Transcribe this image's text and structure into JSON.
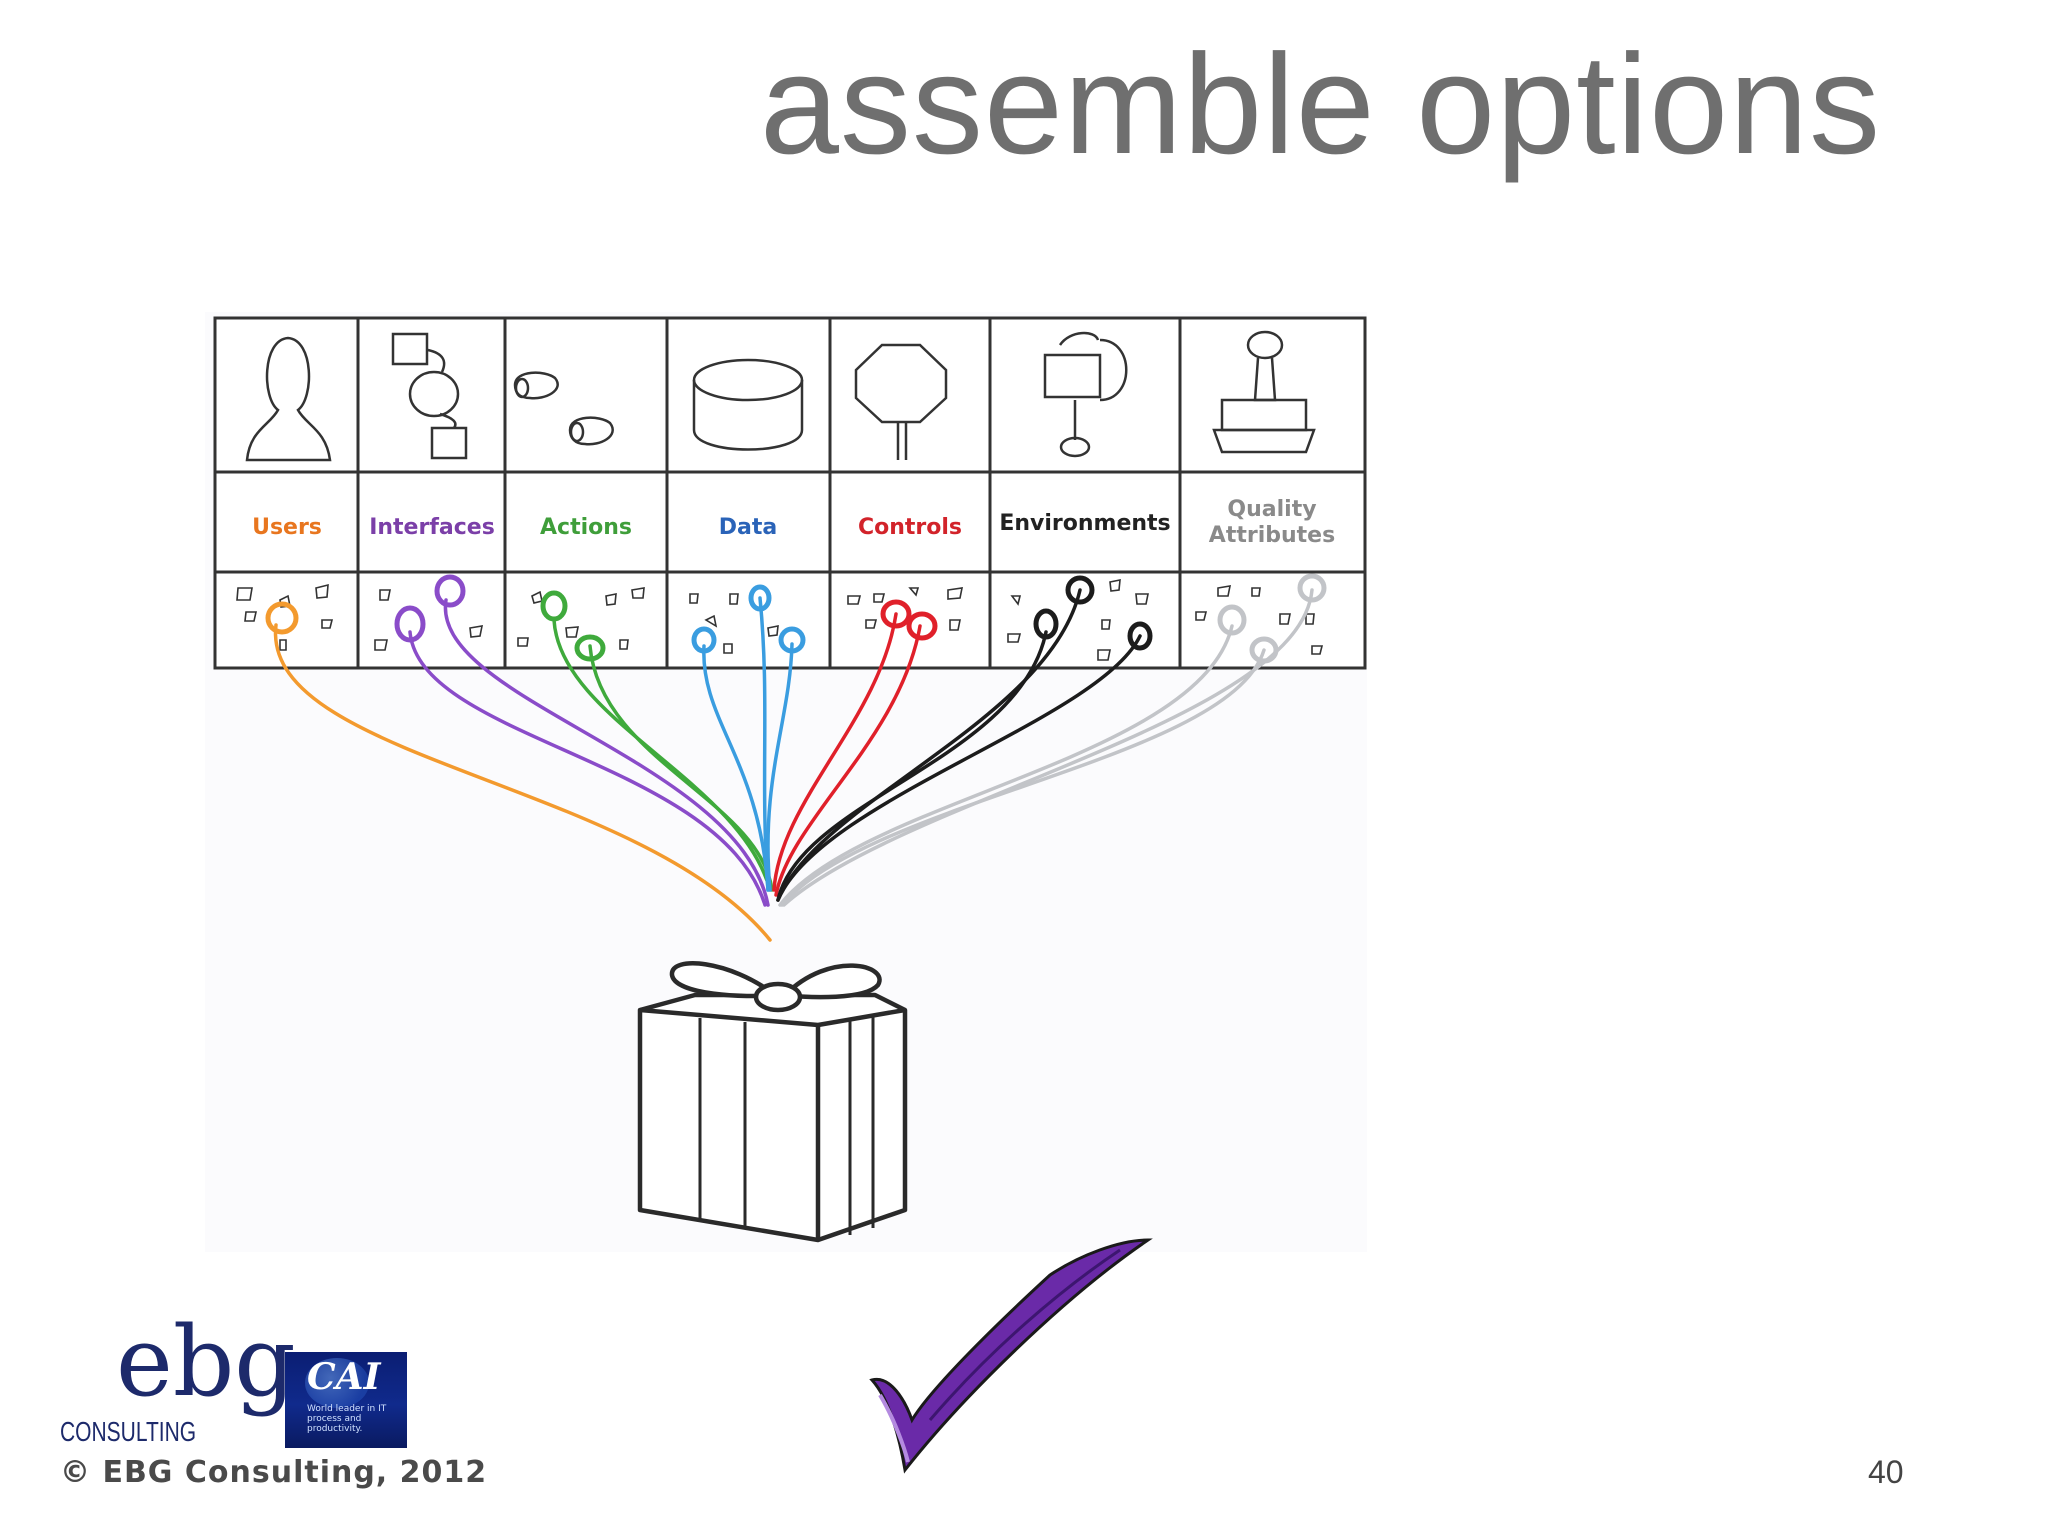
{
  "slide": {
    "title": "assemble options",
    "page_number": "40",
    "copyright": "© EBG Consulting, 2012"
  },
  "logos": {
    "ebg_word": "ebg",
    "ebg_sub": "CONSULTING",
    "cai_mark": "CAI",
    "cai_tagline_1": "World leader in IT",
    "cai_tagline_2": "process and",
    "cai_tagline_3": "productivity."
  },
  "diagram": {
    "categories": [
      {
        "label": "Users",
        "color": "#e8761f",
        "icon": "head-silhouette-icon"
      },
      {
        "label": "Interfaces",
        "color": "#7b3fa8",
        "icon": "flow-shapes-icon"
      },
      {
        "label": "Actions",
        "color": "#3f9e3a",
        "icon": "footprints-icon"
      },
      {
        "label": "Data",
        "color": "#2a63b8",
        "icon": "database-cylinder-icon"
      },
      {
        "label": "Controls",
        "color": "#d2232a",
        "icon": "stop-sign-icon"
      },
      {
        "label": "Environments",
        "color": "#222222",
        "icon": "clamp-icon"
      },
      {
        "label": "Quality",
        "label2": "Attributes",
        "color": "#8a8a8a",
        "icon": "rubber-stamp-icon"
      }
    ],
    "strand_colors": {
      "users": "#f39a2e",
      "interfaces": "#8a4cc9",
      "actions": "#3faa3c",
      "data": "#3a9de0",
      "controls": "#e0202a",
      "environments": "#1c1c1c",
      "quality": "#c2c4c8"
    },
    "check_color": "#6a2aa8"
  }
}
